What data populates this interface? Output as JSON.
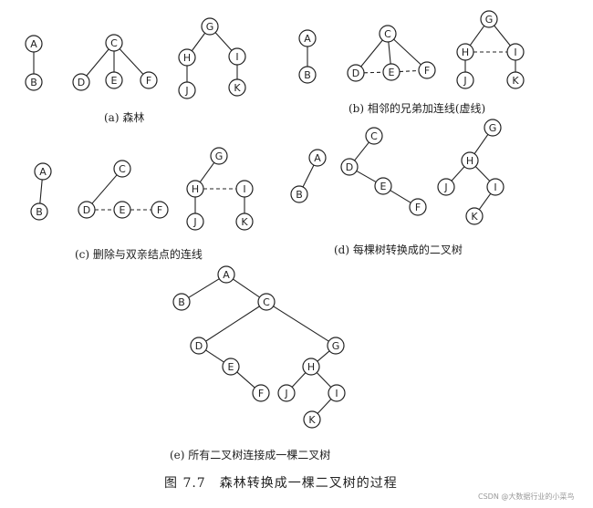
{
  "panels": [
    {
      "id": "a",
      "caption": "(a) 森林",
      "nodes": [
        "A",
        "B",
        "C",
        "D",
        "E",
        "F",
        "G",
        "H",
        "I",
        "J",
        "K"
      ],
      "edges": [
        [
          "A",
          "B"
        ],
        [
          "C",
          "D"
        ],
        [
          "C",
          "E"
        ],
        [
          "C",
          "F"
        ],
        [
          "G",
          "H"
        ],
        [
          "G",
          "I"
        ],
        [
          "H",
          "J"
        ],
        [
          "I",
          "K"
        ]
      ]
    },
    {
      "id": "b",
      "caption": "(b) 相邻的兄弟加连线(虚线)",
      "nodes": [
        "A",
        "B",
        "C",
        "D",
        "E",
        "F",
        "G",
        "H",
        "I",
        "J",
        "K"
      ],
      "edges": [
        [
          "A",
          "B"
        ],
        [
          "C",
          "D"
        ],
        [
          "C",
          "E"
        ],
        [
          "C",
          "F"
        ],
        [
          "D",
          "E",
          "dashed"
        ],
        [
          "E",
          "F",
          "dashed"
        ],
        [
          "G",
          "H"
        ],
        [
          "G",
          "I"
        ],
        [
          "H",
          "I",
          "dashed"
        ],
        [
          "H",
          "J"
        ],
        [
          "I",
          "K"
        ]
      ]
    },
    {
      "id": "c",
      "caption": "(c) 删除与双亲结点的连线",
      "nodes": [
        "A",
        "B",
        "C",
        "D",
        "E",
        "F",
        "G",
        "H",
        "I",
        "J",
        "K"
      ],
      "edges": [
        [
          "A",
          "B"
        ],
        [
          "C",
          "D"
        ],
        [
          "D",
          "E",
          "dashed"
        ],
        [
          "E",
          "F",
          "dashed"
        ],
        [
          "G",
          "H"
        ],
        [
          "H",
          "I",
          "dashed"
        ],
        [
          "H",
          "J"
        ],
        [
          "I",
          "K"
        ]
      ]
    },
    {
      "id": "d",
      "caption": "(d) 每棵树转换成的二叉树",
      "nodes": [
        "A",
        "B",
        "C",
        "D",
        "E",
        "F",
        "G",
        "H",
        "I",
        "J",
        "K"
      ],
      "edges": [
        [
          "A",
          "B"
        ],
        [
          "C",
          "D"
        ],
        [
          "D",
          "E"
        ],
        [
          "E",
          "F"
        ],
        [
          "G",
          "H"
        ],
        [
          "H",
          "J"
        ],
        [
          "H",
          "I"
        ],
        [
          "I",
          "K"
        ]
      ]
    },
    {
      "id": "e",
      "caption": "(e) 所有二叉树连接成一棵二叉树",
      "nodes": [
        "A",
        "B",
        "C",
        "D",
        "E",
        "F",
        "G",
        "H",
        "I",
        "J",
        "K"
      ],
      "edges": [
        [
          "A",
          "B"
        ],
        [
          "A",
          "C"
        ],
        [
          "C",
          "D"
        ],
        [
          "C",
          "G"
        ],
        [
          "D",
          "E"
        ],
        [
          "E",
          "F"
        ],
        [
          "G",
          "H"
        ],
        [
          "H",
          "J"
        ],
        [
          "H",
          "I"
        ],
        [
          "I",
          "K"
        ]
      ]
    }
  ],
  "figure_title": "图 7.7　森林转换成一棵二叉树的过程",
  "watermark": "CSDN @大数据行业的小菜鸟"
}
